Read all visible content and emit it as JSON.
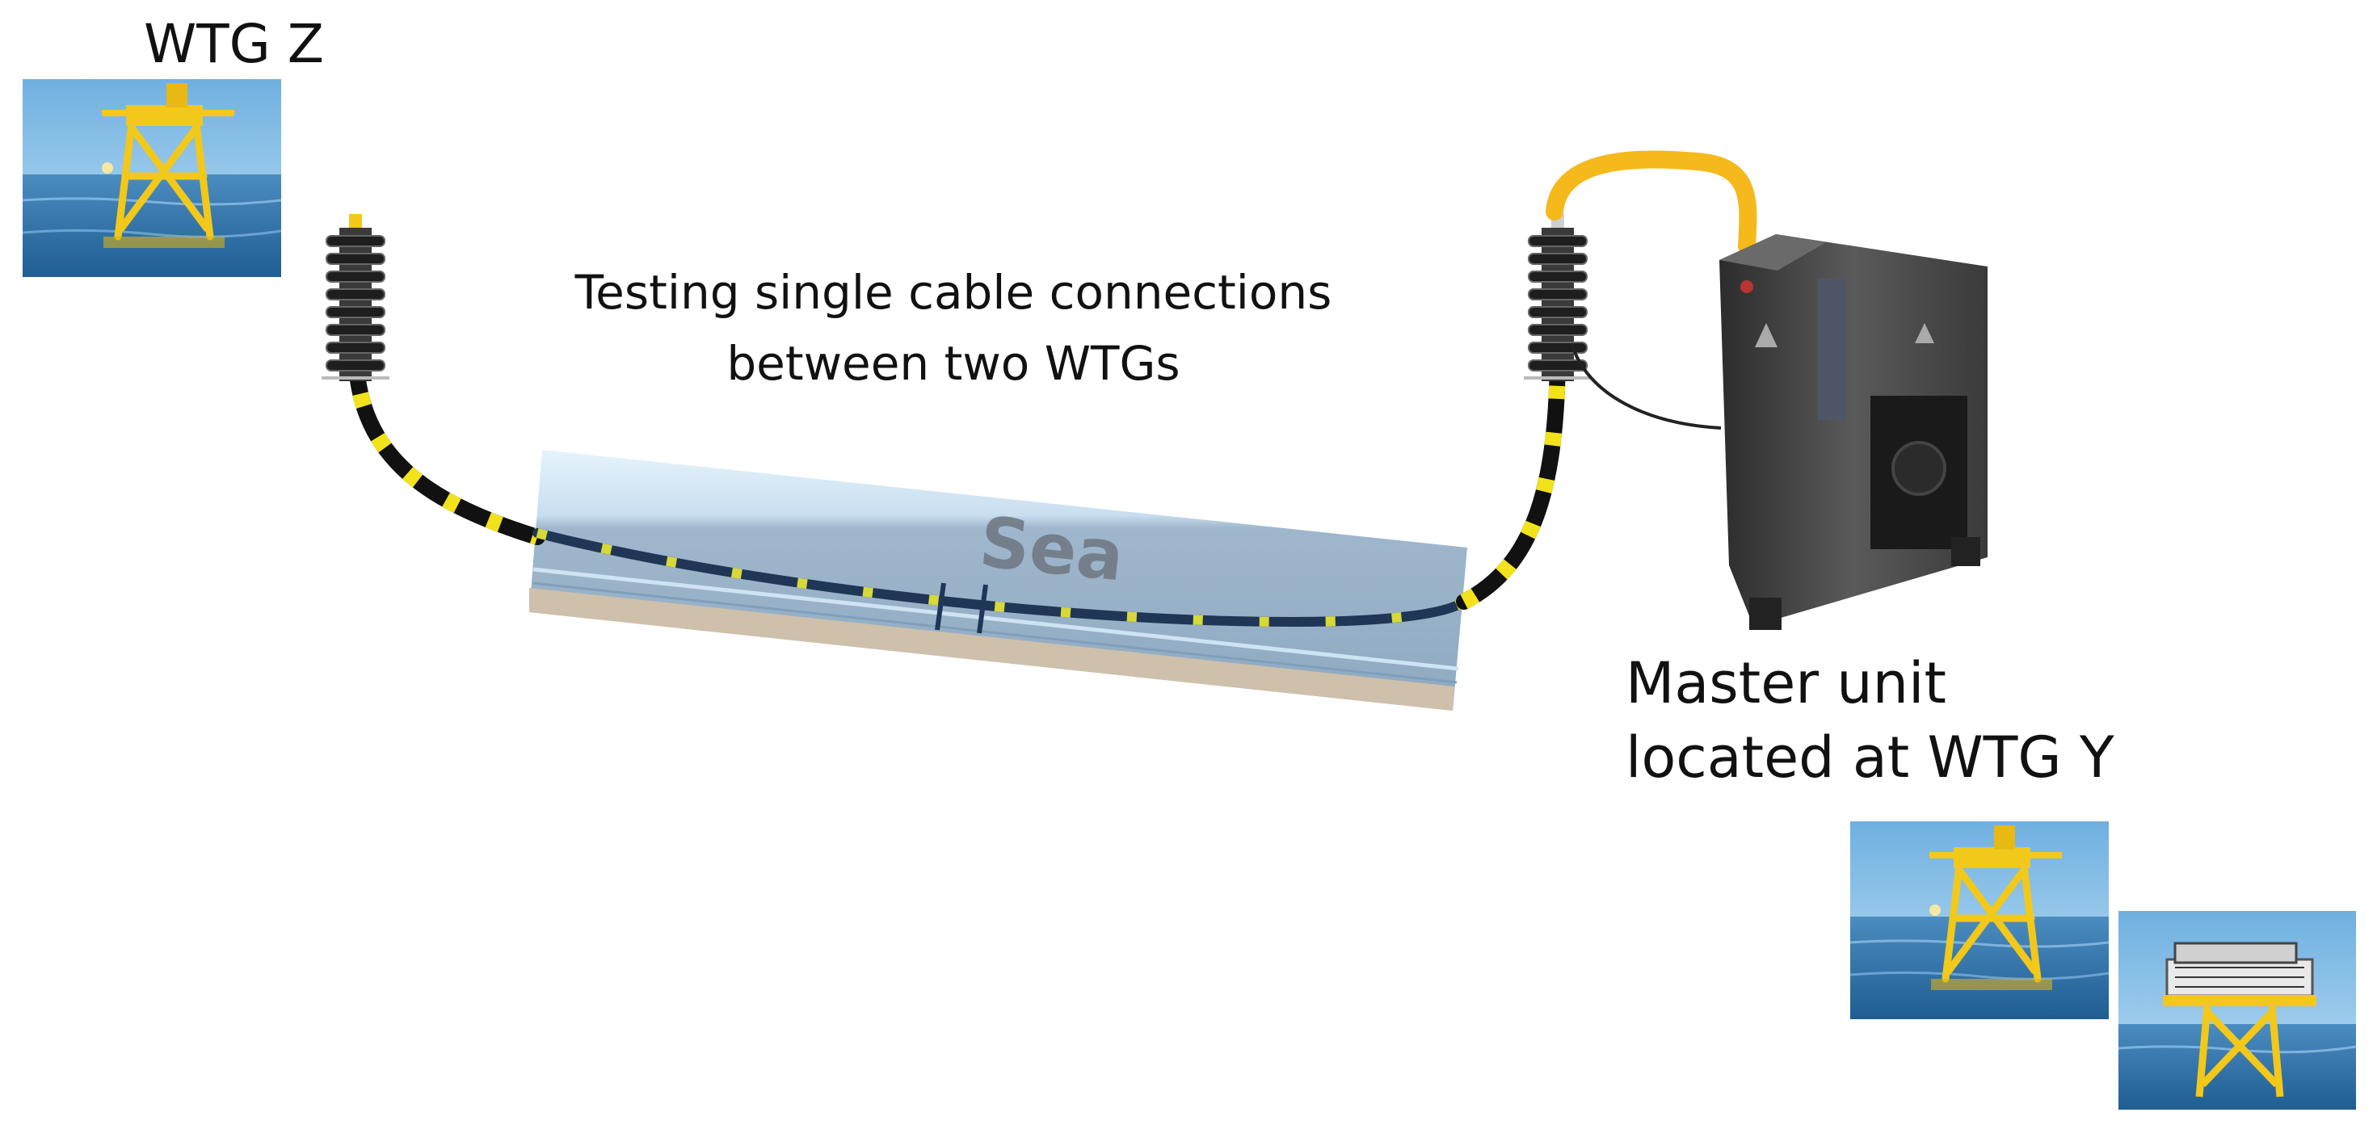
{
  "labels": {
    "wtg_z": "WTG Z",
    "caption_line1": "Testing single cable connections",
    "caption_line2": "between two WTGs",
    "sea": "Sea",
    "master_line1": "Master unit",
    "master_line2": "located at WTG Y"
  },
  "colors": {
    "cable_black": "#111111",
    "cable_yellow": "#f2e21c",
    "sea_dark": "#1f3656",
    "lead_orange": "#f5b91c",
    "sea_light": "#dff0fb",
    "sea_mid": "#9db4c9",
    "sea_bed": "#cfc0ab",
    "sky": "#8fc2e6",
    "water": "#2f73a8",
    "turbine_yellow": "#f2c81a",
    "unit_gray": "#3b3b3b"
  },
  "icons": {
    "insulator": "bushing-insulator-icon",
    "turbine_photo": "offshore-jacket-foundation-icon",
    "substation_photo": "offshore-substation-icon",
    "master_unit": "test-equipment-cabinet-icon"
  }
}
